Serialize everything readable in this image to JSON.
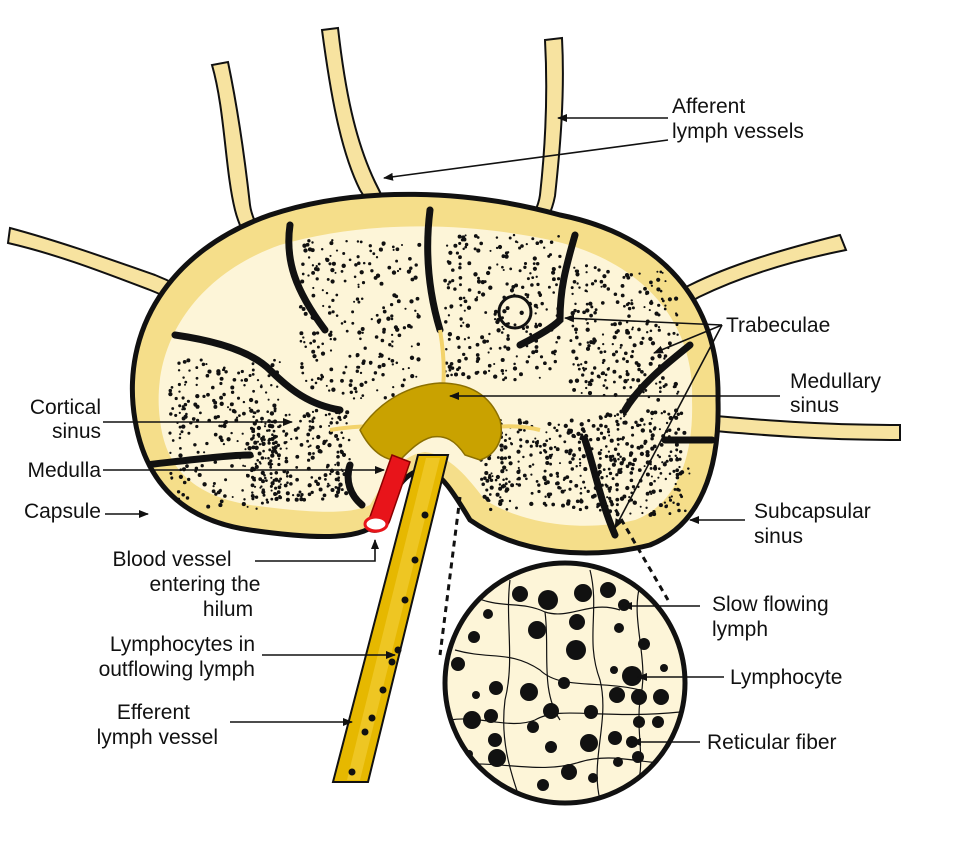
{
  "diagram": {
    "labels": {
      "afferent": [
        "Afferent",
        "lymph vessels"
      ],
      "trabeculae": [
        "Trabeculae"
      ],
      "medullary_sinus": [
        "Medullary",
        "sinus"
      ],
      "subcapsular_sinus": [
        "Subcapsular",
        "sinus"
      ],
      "cortical_sinus": [
        "Cortical",
        "sinus"
      ],
      "medulla": [
        "Medulla"
      ],
      "capsule": [
        "Capsule"
      ],
      "blood_vessel": [
        "Blood vessel",
        "entering the",
        "hilum"
      ],
      "lymphocytes_outflowing": [
        "Lymphocytes in",
        "outflowing lymph"
      ],
      "efferent": [
        "Efferent",
        "lymph vessel"
      ],
      "slow_lymph": [
        "Slow flowing",
        "lymph"
      ],
      "lymphocyte": [
        "Lymphocyte"
      ],
      "reticular_fiber": [
        "Reticular fiber"
      ]
    },
    "colors": {
      "capsule_fill": "#f5de8a",
      "cortex_fill": "#fdf5d8",
      "hilum_fill": "#c9a200",
      "blood_vessel": "#e8141a",
      "outline": "#111111"
    }
  }
}
